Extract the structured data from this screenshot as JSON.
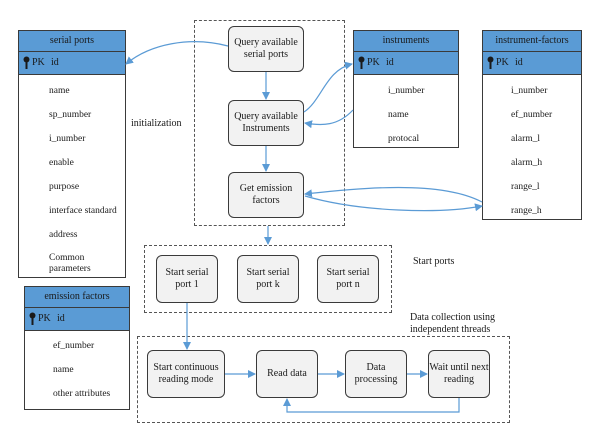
{
  "tables": {
    "serial_ports": {
      "title": "serial ports",
      "pk_label": "PK",
      "pk_field": "id",
      "fields": [
        "name",
        "sp_number",
        "i_number",
        "enable",
        "purpose",
        "interface standard",
        "address",
        "Common parameters"
      ]
    },
    "instruments": {
      "title": "instruments",
      "pk_label": "PK",
      "pk_field": "id",
      "fields": [
        "i_number",
        "name",
        "protocal"
      ]
    },
    "instrument_factors": {
      "title": "instrument-factors",
      "pk_label": "PK",
      "pk_field": "id",
      "fields": [
        "i_number",
        "ef_number",
        "alarm_l",
        "alarm_h",
        "range_l",
        "range_h"
      ]
    },
    "emission_factors": {
      "title": "emission factors",
      "pk_label": "PK",
      "pk_field": "id",
      "fields": [
        "ef_number",
        "name",
        "other attributes"
      ]
    }
  },
  "flow": {
    "query_serial": "Query available serial ports",
    "query_instruments": "Query available Instruments",
    "get_factors": "Get emission factors",
    "start_port_1": "Start serial port 1",
    "start_port_k": "Start serial port k",
    "start_port_n": "Start serial port n",
    "start_continuous": "Start continuous reading mode",
    "read_data": "Read data",
    "data_processing": "Data processing",
    "wait_next": "Wait until next reading"
  },
  "labels": {
    "initialization": "initialization",
    "start_ports": "Start ports",
    "data_collection": "Data collection using independent threads"
  },
  "colors": {
    "header_blue": "#5a9bd5",
    "arrow_blue": "#5b9bd5",
    "box_fill": "#f2f2f2"
  }
}
